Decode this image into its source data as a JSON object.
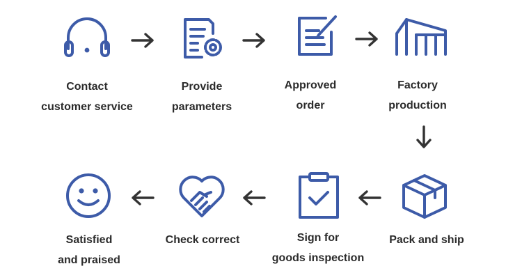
{
  "colors": {
    "icon": "#3d5ba8",
    "arrow": "#333333",
    "text": "#2b2b2b",
    "background": "#ffffff"
  },
  "steps": [
    {
      "icon": "headset-icon",
      "lines": [
        "Contact",
        "customer service"
      ]
    },
    {
      "icon": "document-gear-icon",
      "lines": [
        "Provide",
        "parameters"
      ]
    },
    {
      "icon": "edit-document-icon",
      "lines": [
        "Approved",
        "order"
      ]
    },
    {
      "icon": "factory-icon",
      "lines": [
        "Factory",
        "production"
      ]
    },
    {
      "icon": "package-box-icon",
      "lines": [
        "Pack and ship"
      ]
    },
    {
      "icon": "clipboard-check-icon",
      "lines": [
        "Sign for",
        "goods inspection"
      ]
    },
    {
      "icon": "heart-handshake-icon",
      "lines": [
        "Check correct"
      ]
    },
    {
      "icon": "smiley-face-icon",
      "lines": [
        "Satisfied",
        "and praised"
      ]
    }
  ]
}
